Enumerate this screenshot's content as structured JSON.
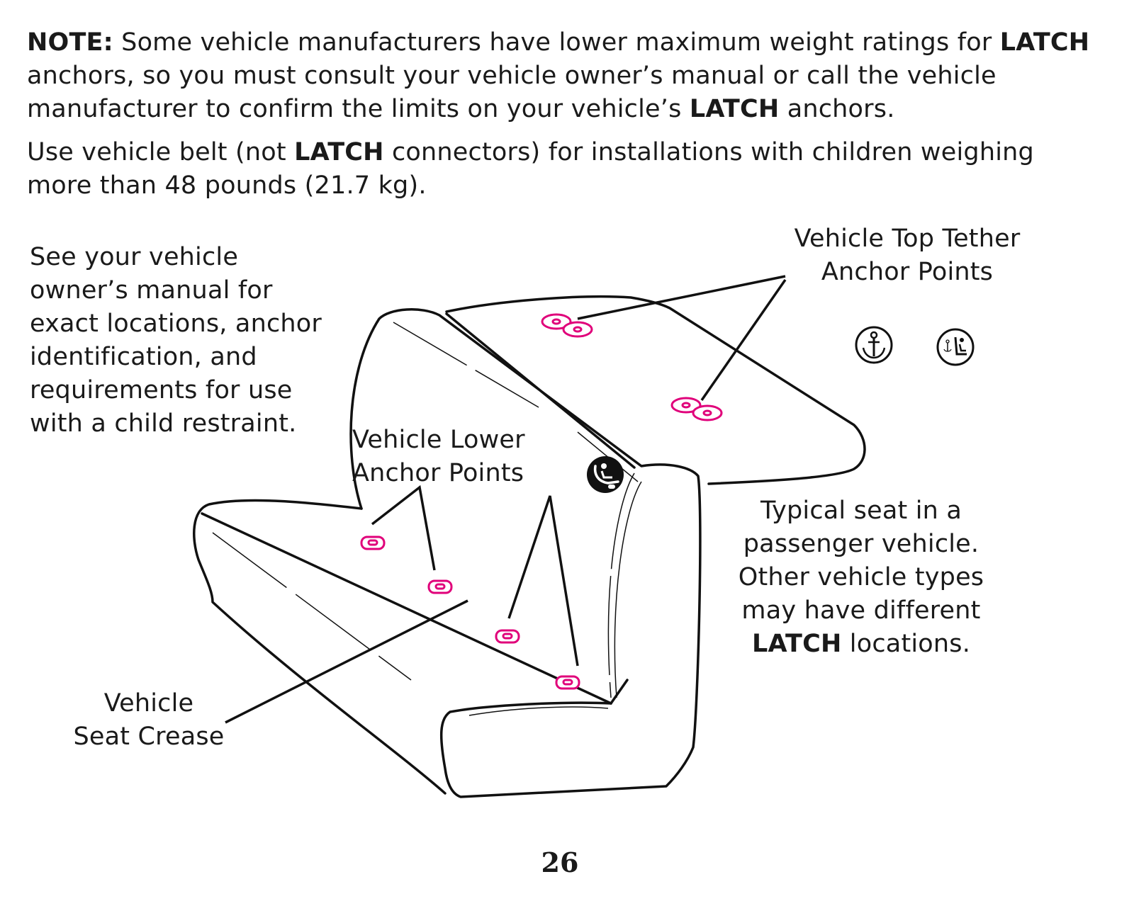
{
  "note": {
    "label": "NOTE:",
    "text1": " Some vehicle manufacturers have lower maximum weight ratings for ",
    "latch1": "LATCH",
    "text2": " anchors, so you must consult your vehicle owner’s manual or call the vehicle manufacturer to confirm the limits on your vehicle’s ",
    "latch2": "LATCH",
    "text3": " anchors."
  },
  "belt_para": {
    "text1": "Use vehicle belt (not ",
    "latch": "LATCH",
    "text2": " connectors) for installations with children weighing more than 48 pounds (21.7 kg)."
  },
  "side_note": {
    "lines": [
      "See your vehicle",
      "owner’s manual for",
      "exact locations, anchor",
      "identification, and",
      "requirements for use",
      "with a child restraint."
    ]
  },
  "diagram": {
    "top_tether_label": [
      "Vehicle Top Tether",
      "Anchor Points"
    ],
    "lower_anchor_label": [
      "Vehicle Lower",
      "Anchor Points"
    ],
    "seat_crease_label": [
      "Vehicle",
      "Seat Crease"
    ],
    "typical_seat_note": {
      "lines": [
        "Typical seat in a",
        "passenger vehicle.",
        "Other vehicle types",
        "may have different"
      ],
      "latch": "LATCH",
      "last": " locations."
    },
    "colors": {
      "anchor": "#e0007a",
      "line": "#111111"
    },
    "icons": [
      "anchor-icon",
      "tether-anchor-seat-icon",
      "lower-anchor-seat-icon"
    ]
  },
  "page_number": "26"
}
